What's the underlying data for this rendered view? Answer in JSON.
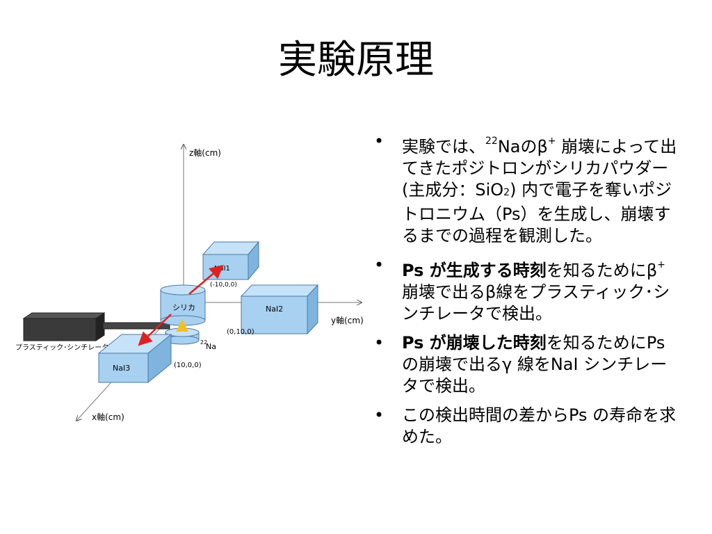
{
  "title": "実験原理",
  "diagram": {
    "labels": {
      "z_axis": "z軸(cm)",
      "y_axis": "y軸(cm)",
      "x_axis": "x軸(cm)",
      "scintillator": "プラスティック･シンチレータ",
      "silica": "シリカ",
      "na_mass": "22",
      "na_symbol": "Na",
      "nai1": "NaI1",
      "nai2": "NaI2",
      "nai3": "NaI3",
      "coord1": "(-10,0,0)",
      "coord2": "(0,10,0)",
      "coord3": "(10,0,0)"
    },
    "colors": {
      "detector": "#a8d0f0",
      "detector_side": "#7fb4de",
      "detector_edge": "#4a7aa6",
      "red_arrow": "#e02020",
      "yellow_arrow": "#f0c020",
      "scintillator": "#3a3a3a"
    }
  },
  "bullets": [
    {
      "a": "実験では、",
      "sup": "22",
      "b": "Naのβ",
      "plus": "+",
      "c": " 崩壊によって出てきたポジトロンがシリカパウダー(主成分：SiO",
      "sub": "2",
      "d": ") 内で電子を奪いポジトロニウム（Ps）を生成し、崩壊するまでの過程を観測した。"
    },
    {
      "bold": "Ps が生成する時刻",
      "a": "を知るために",
      "b": "β",
      "plus": "+",
      "c": " 崩壊で出るβ線をプラスティック･シンチレータで検出。"
    },
    {
      "bold": "Ps が崩壊した時刻",
      "a": "を知るために",
      "b": "Ps の崩壊で出るγ 線をNaI シンチレータで検出。"
    },
    {
      "a": "この検出時間の差からPs の寿命を求めた。"
    }
  ]
}
